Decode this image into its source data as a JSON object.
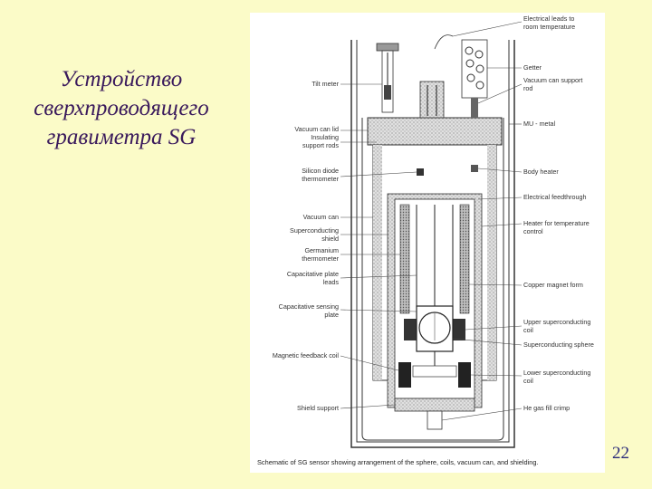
{
  "slide": {
    "title_lines": [
      "Устройство",
      "сверхпроводящего",
      "гравиметра SG"
    ],
    "page_number": "22"
  },
  "figure": {
    "labels_left": [
      "Tilt meter",
      "Vacuum can lid",
      "Insulating",
      "support rods",
      "Silicon diode",
      "thermometer",
      "Vacuum can",
      "Superconducting",
      "shield",
      "Germanium",
      "thermometer",
      "Capacitative plate",
      "leads",
      "Capacitative sensing",
      "plate",
      "Magnetic feedback coil",
      "Shield support"
    ],
    "labels_right": [
      "Electrical leads to",
      "room temperature",
      "Getter",
      "Vacuum can support",
      "rod",
      "MU - metal",
      "Body heater",
      "Electrical feedthrough",
      "Heater for temperature",
      "control",
      "Copper magnet form",
      "Upper superconducting",
      "coil",
      "Superconducting sphere",
      "Lower superconducting",
      "coil",
      "He gas fill crimp"
    ],
    "caption": "Schematic of SG sensor showing arrangement of the sphere, coils, vacuum can, and shielding."
  }
}
